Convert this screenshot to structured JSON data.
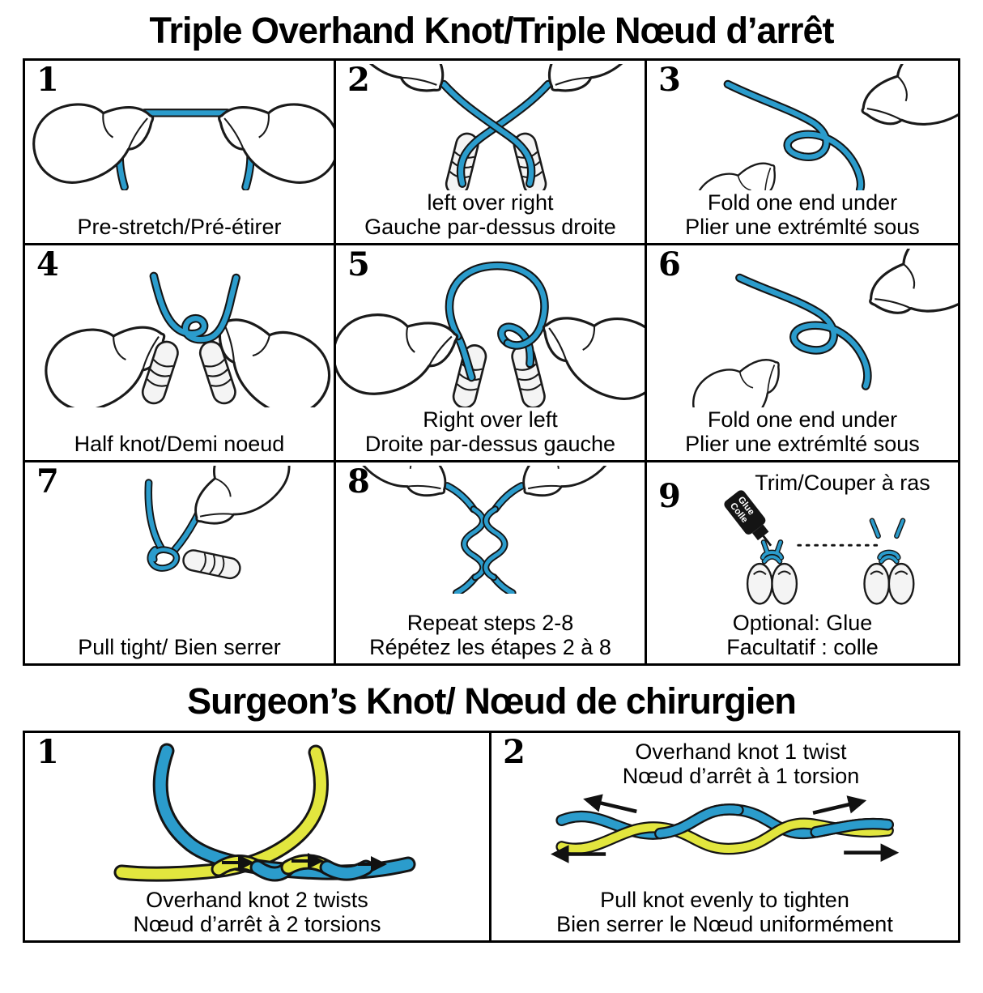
{
  "titles": {
    "triple": "Triple Overhand Knot/Triple Nœud d’arrêt",
    "surgeons": "Surgeon’s Knot/ Nœud de chirurgien"
  },
  "colors": {
    "cord_blue": "#2b9ccc",
    "cord_yellow": "#e2e63e"
  },
  "steps": [
    {
      "number": "1",
      "caption_lines": [
        "Pre-stretch/Pré-étirer"
      ]
    },
    {
      "number": "2",
      "caption_lines": [
        "left over right",
        "Gauche par-dessus droite"
      ]
    },
    {
      "number": "3",
      "caption_lines": [
        "Fold one end under",
        "Plier une extrémlté sous"
      ]
    },
    {
      "number": "4",
      "caption_lines": [
        "Half knot/Demi noeud"
      ]
    },
    {
      "number": "5",
      "caption_lines": [
        "Right over left",
        "Droite par-dessus gauche"
      ]
    },
    {
      "number": "6",
      "caption_lines": [
        "Fold one end under",
        "Plier une extrémlté sous"
      ]
    },
    {
      "number": "7",
      "caption_lines": [
        "Pull tight/ Bien serrer"
      ]
    },
    {
      "number": "8",
      "caption_lines": [
        "Repeat steps 2-8",
        "Répétez les étapes 2 à 8"
      ]
    },
    {
      "number": "9",
      "top_label": "Trim/Couper à ras",
      "glue_bottle": {
        "line1": "Glue",
        "line2": "Colle"
      },
      "caption_lines": [
        "Optional: Glue",
        "Facultatif : colle"
      ]
    }
  ],
  "surgeon_steps": [
    {
      "number": "1",
      "caption_lines": [
        "Overhand knot 2 twists",
        "Nœud d’arrêt à 2 torsions"
      ]
    },
    {
      "number": "2",
      "top_lines": [
        "Overhand knot 1 twist",
        "Nœud d’arrêt à 1 torsion"
      ],
      "caption_lines": [
        "Pull knot evenly to tighten",
        "Bien serrer le Nœud uniformément"
      ]
    }
  ]
}
